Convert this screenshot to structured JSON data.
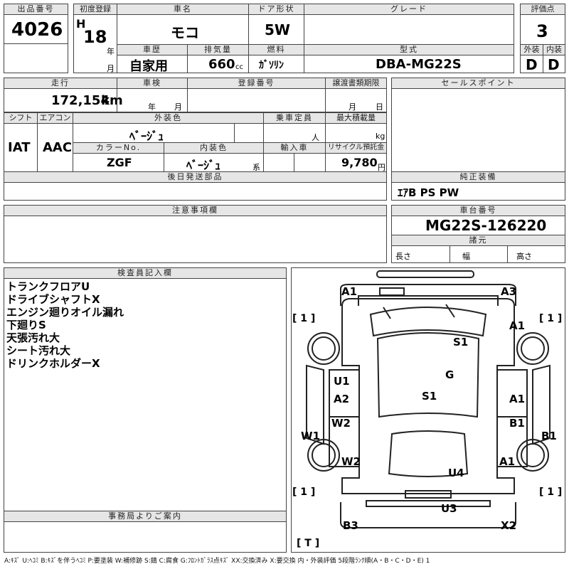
{
  "lot": {
    "label": "出品番号",
    "value": "4026"
  },
  "first_reg": {
    "label": "初度登録",
    "era": "H",
    "year": "18",
    "year_unit": "年",
    "month_unit": "月"
  },
  "car_name": {
    "label": "車名",
    "value": "モコ"
  },
  "door": {
    "label": "ドア形状",
    "value": "5W"
  },
  "grade": {
    "label": "グレード",
    "value": ""
  },
  "score": {
    "label": "評価点",
    "value": "3",
    "ext_label": "外装",
    "int_label": "内装",
    "ext_value": "D",
    "int_value": "D"
  },
  "history": {
    "label": "車歴",
    "value": "自家用"
  },
  "displacement": {
    "label": "排気量",
    "value": "660",
    "unit": "cc"
  },
  "fuel": {
    "label": "燃料",
    "value": "ｶﾞｿﾘﾝ"
  },
  "model_code": {
    "label": "型式",
    "value": "DBA-MG22S"
  },
  "mileage": {
    "label": "走行",
    "value": "172,154",
    "unit": "km"
  },
  "inspection": {
    "label": "車検",
    "year_unit": "年",
    "month_unit": "月"
  },
  "registration": {
    "label": "登録番号",
    "value": ""
  },
  "transfer_doc": {
    "label": "譲渡書類期限",
    "month_unit": "月",
    "day_unit": "日"
  },
  "shift": {
    "label": "シフト",
    "value": "IAT"
  },
  "aircon": {
    "label": "エアコン",
    "value": "AAC"
  },
  "exterior_color": {
    "label": "外装色",
    "value": "ﾍﾞｰｼﾞｭ"
  },
  "capacity": {
    "label": "乗車定員",
    "unit": "人"
  },
  "max_load": {
    "label": "最大積載量",
    "unit": "kg"
  },
  "color_no": {
    "label": "カラーNo.",
    "value": "ZGF"
  },
  "interior_color": {
    "label": "内装色",
    "value": "ﾍﾞｰｼﾞｭ",
    "unit": "系"
  },
  "import": {
    "label": "輸入車"
  },
  "recycle": {
    "label": "リサイクル預託金",
    "value": "9,780",
    "unit": "円"
  },
  "later_parts": {
    "label": "後日発送部品"
  },
  "sales_points": {
    "label": "セールスポイント"
  },
  "equipment": {
    "label": "純正装備",
    "value": "ｴｱB PS PW"
  },
  "notes": {
    "label": "注意事項欄"
  },
  "chassis": {
    "label": "車台番号",
    "value": "MG22S-126220"
  },
  "specs": {
    "label": "諸元",
    "length": "長さ",
    "width": "幅",
    "height": "高さ"
  },
  "inspector": {
    "label": "検査員記入欄",
    "lines": [
      "トランクフロアU",
      "ドライブシャフトX",
      "エンジン廻りオイル漏れ",
      "下廻りS",
      "天張汚れ大",
      "シート汚れ大",
      "ドリンクホルダーX"
    ]
  },
  "office": {
    "label": "事務局よりご案内"
  },
  "diagram": {
    "labels": [
      "A1",
      "A3",
      "A1",
      "S1",
      "G",
      "U1",
      "A2",
      "S1",
      "A1",
      "W2",
      "B1",
      "W1",
      "B1",
      "W2",
      "A1",
      "U4",
      "U3",
      "B3",
      "X2"
    ],
    "brackets": [
      "[ 1 ]",
      "[ 1 ]",
      "[ 1 ]",
      "[ 1 ]",
      "[ T ]"
    ]
  },
  "legend": "A:ｷｽﾞ U:ﾍｺﾐ B:ｷｽﾞを伴うﾍｺﾐ P:要塗装 W:補修跡 S:錆 C:腐食 G:ﾌﾛﾝﾄｶﾞﾗｽ点ｷｽﾞ XX:交換済み X:要交換 内・外装評価 5段階ﾗﾝｸ順(A・B・C・D・E) 1"
}
